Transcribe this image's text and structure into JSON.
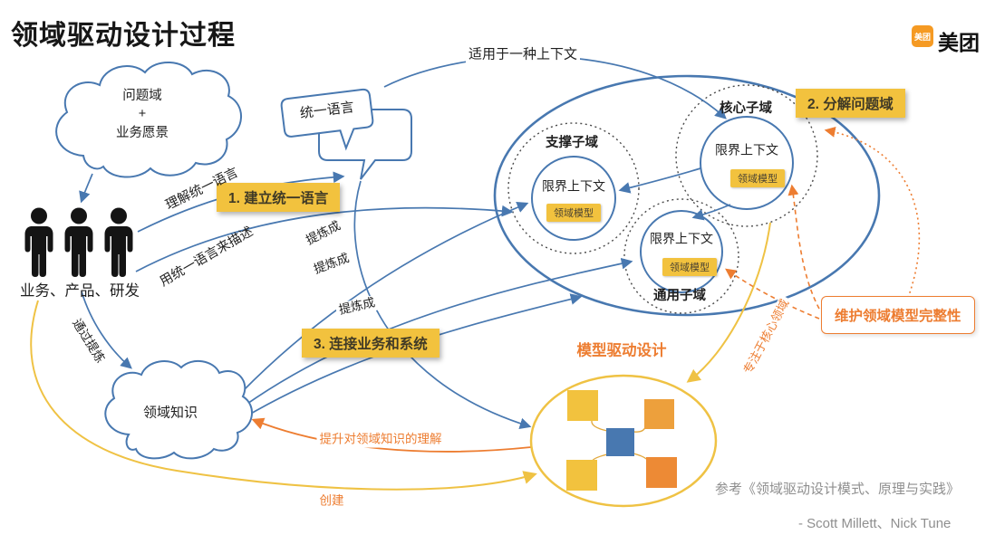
{
  "title": "领域驱动设计过程",
  "logo": {
    "badge_text": "美团",
    "brand_text": "美团"
  },
  "problem_cloud": {
    "line1": "问题域",
    "line2": "+",
    "line3": "业务愿景"
  },
  "roles_label": "业务、产品、研发",
  "speech_bubble_text": "统一语言",
  "steps": {
    "step1": "1. 建立统一语言",
    "step2": "2. 分解问题域",
    "step3": "3. 连接业务和系统"
  },
  "subdomains": {
    "support": {
      "label": "支撑子域",
      "bounded_context": "限界上下文",
      "domain_model": "领域模型"
    },
    "core": {
      "label": "核心子域",
      "bounded_context": "限界上下文",
      "domain_model": "领域模型"
    },
    "generic": {
      "label": "通用子域",
      "bounded_context": "限界上下文",
      "domain_model": "领域模型"
    }
  },
  "maintain_box_label": "维护领域模型完整性",
  "knowledge_cloud_label": "领域知识",
  "model_design_label": "模型驱动设计",
  "arrow_labels": {
    "applies_to_context": "适用于一种上下文",
    "understand_ul": "理解统一语言",
    "describe_with_ul": "用统一语言来描述",
    "refine_1": "提炼成",
    "refine_2": "提炼成",
    "refine_3": "提炼成",
    "through_refining": "通过提炼",
    "focus_on_core": "专注于核心领域",
    "improve_knowledge": "提升对领域知识的理解",
    "create": "创建"
  },
  "reference": {
    "line1": "参考《领域驱动设计模式、原理与实践》",
    "line2": "- Scott Millett、Nick Tune"
  },
  "colors": {
    "blue": "#4878B0",
    "yellow": "#F2C23E",
    "orange": "#ED7D31",
    "gray_text": "#8F8F8F"
  }
}
